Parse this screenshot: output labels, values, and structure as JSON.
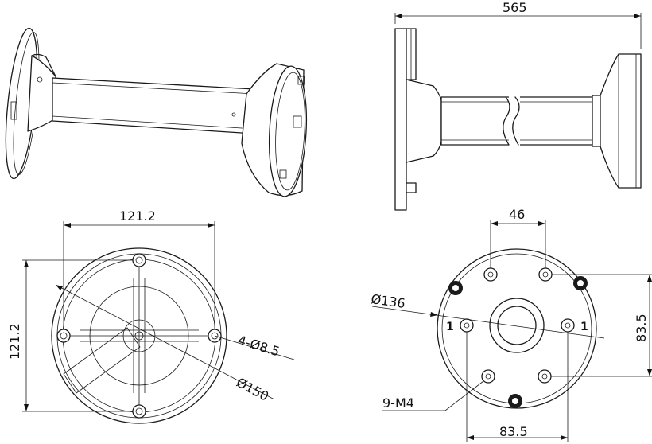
{
  "dimensions": {
    "side_width": "565",
    "base_width": "121.2",
    "base_height": "121.2",
    "base_hole": "4-Ø8.5",
    "base_diameter": "Ø150",
    "top_spacing": "46",
    "mount_diameter": "Ø136",
    "mount_height": "83.5",
    "mount_width": "83.5",
    "mount_screws": "9-M4"
  },
  "hole_labels": {
    "left": "1",
    "right": "1"
  }
}
